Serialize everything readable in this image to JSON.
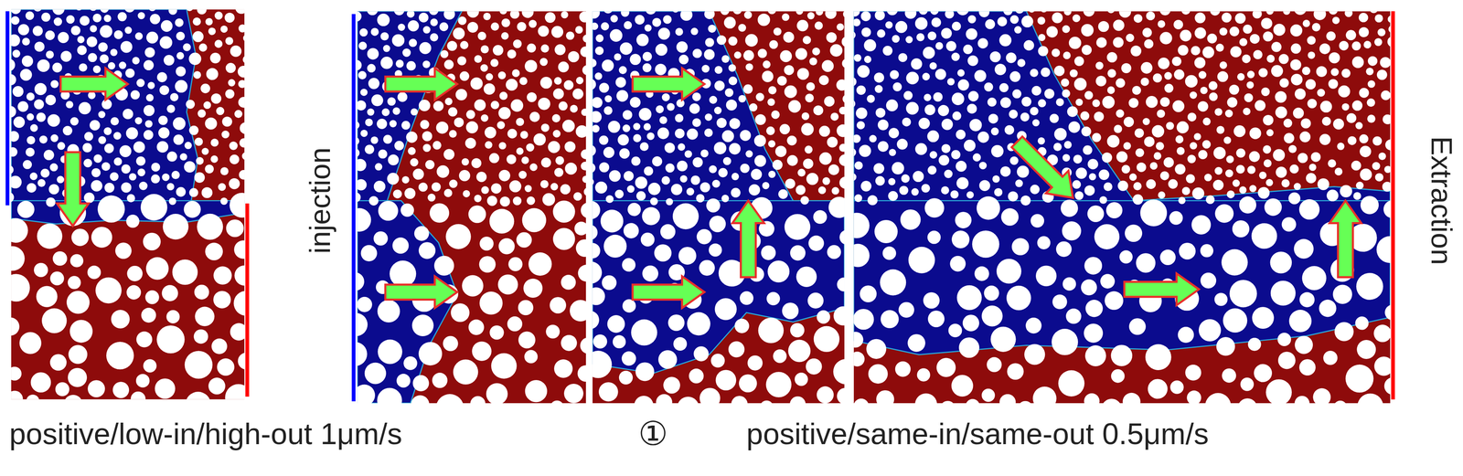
{
  "diagram": {
    "labels": [
      "injection",
      "Extraction",
      "positive/low-in/high-out 1μm/s",
      "①",
      "positive/same-in/same-out 0.5μm/s"
    ]
  }
}
